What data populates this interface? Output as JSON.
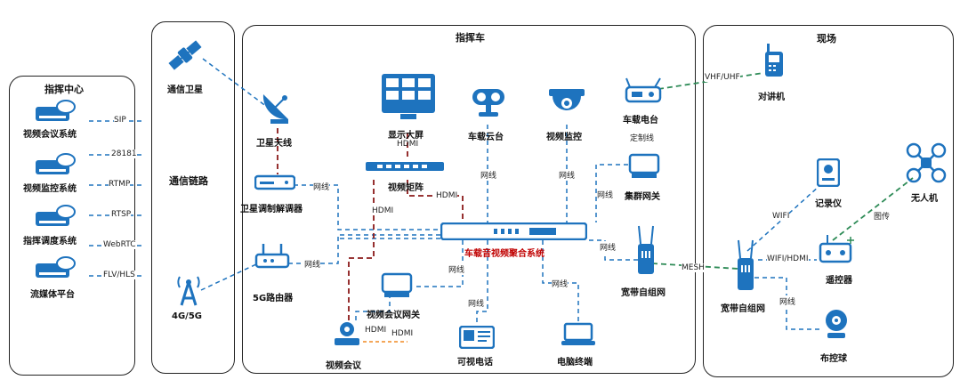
{
  "colors": {
    "blue": "#1e73be",
    "dark_red": "#8b1a1a",
    "green": "#2e8b57",
    "orange": "#f08a24",
    "text": "#111111"
  },
  "panels": {
    "command_center": "指挥中心",
    "links_title": "通信链路",
    "vehicle": "指挥车",
    "field": "现场"
  },
  "left_systems": [
    "视频会议系统",
    "视频监控系统",
    "指挥调度系统",
    "流媒体平台"
  ],
  "protocols": [
    "SIP",
    "28181",
    "RTMP",
    "RTSP",
    "WebRTC",
    "FLV/HLS"
  ],
  "links": {
    "satellite": "通信卫星",
    "cellular": "4G/5G"
  },
  "vehicle_nodes": {
    "sat_antenna": "卫星天线",
    "sat_modem": "卫星调制解调器",
    "router_5g": "5G路由器",
    "big_screen": "显示大屏",
    "matrix": "视频矩阵",
    "ptz": "车载云台",
    "surveillance": "视频监控",
    "radio_station": "车载电台",
    "cluster_gw": "集群网关",
    "fusion_system": "车载音视频聚合系统",
    "broadband_mesh": "宽带自组网",
    "conf_gateway": "视频会议网关",
    "video_conf": "视频会议",
    "video_phone": "可视电话",
    "pc_terminal": "电脑终端"
  },
  "field_nodes": {
    "walkie": "对讲机",
    "recorder": "记录仪",
    "drone": "无人机",
    "remote": "遥控器",
    "mesh": "宽带自组网",
    "dome": "布控球"
  },
  "edge_labels": {
    "hdmi": "HDMI",
    "net": "网线",
    "fixed_line": "定制线",
    "vhf": "VHF/UHF",
    "mesh": "MESH",
    "wifi": "WIFI",
    "wifi_hdmi": "WIFI/HDMI",
    "image": "图传"
  }
}
